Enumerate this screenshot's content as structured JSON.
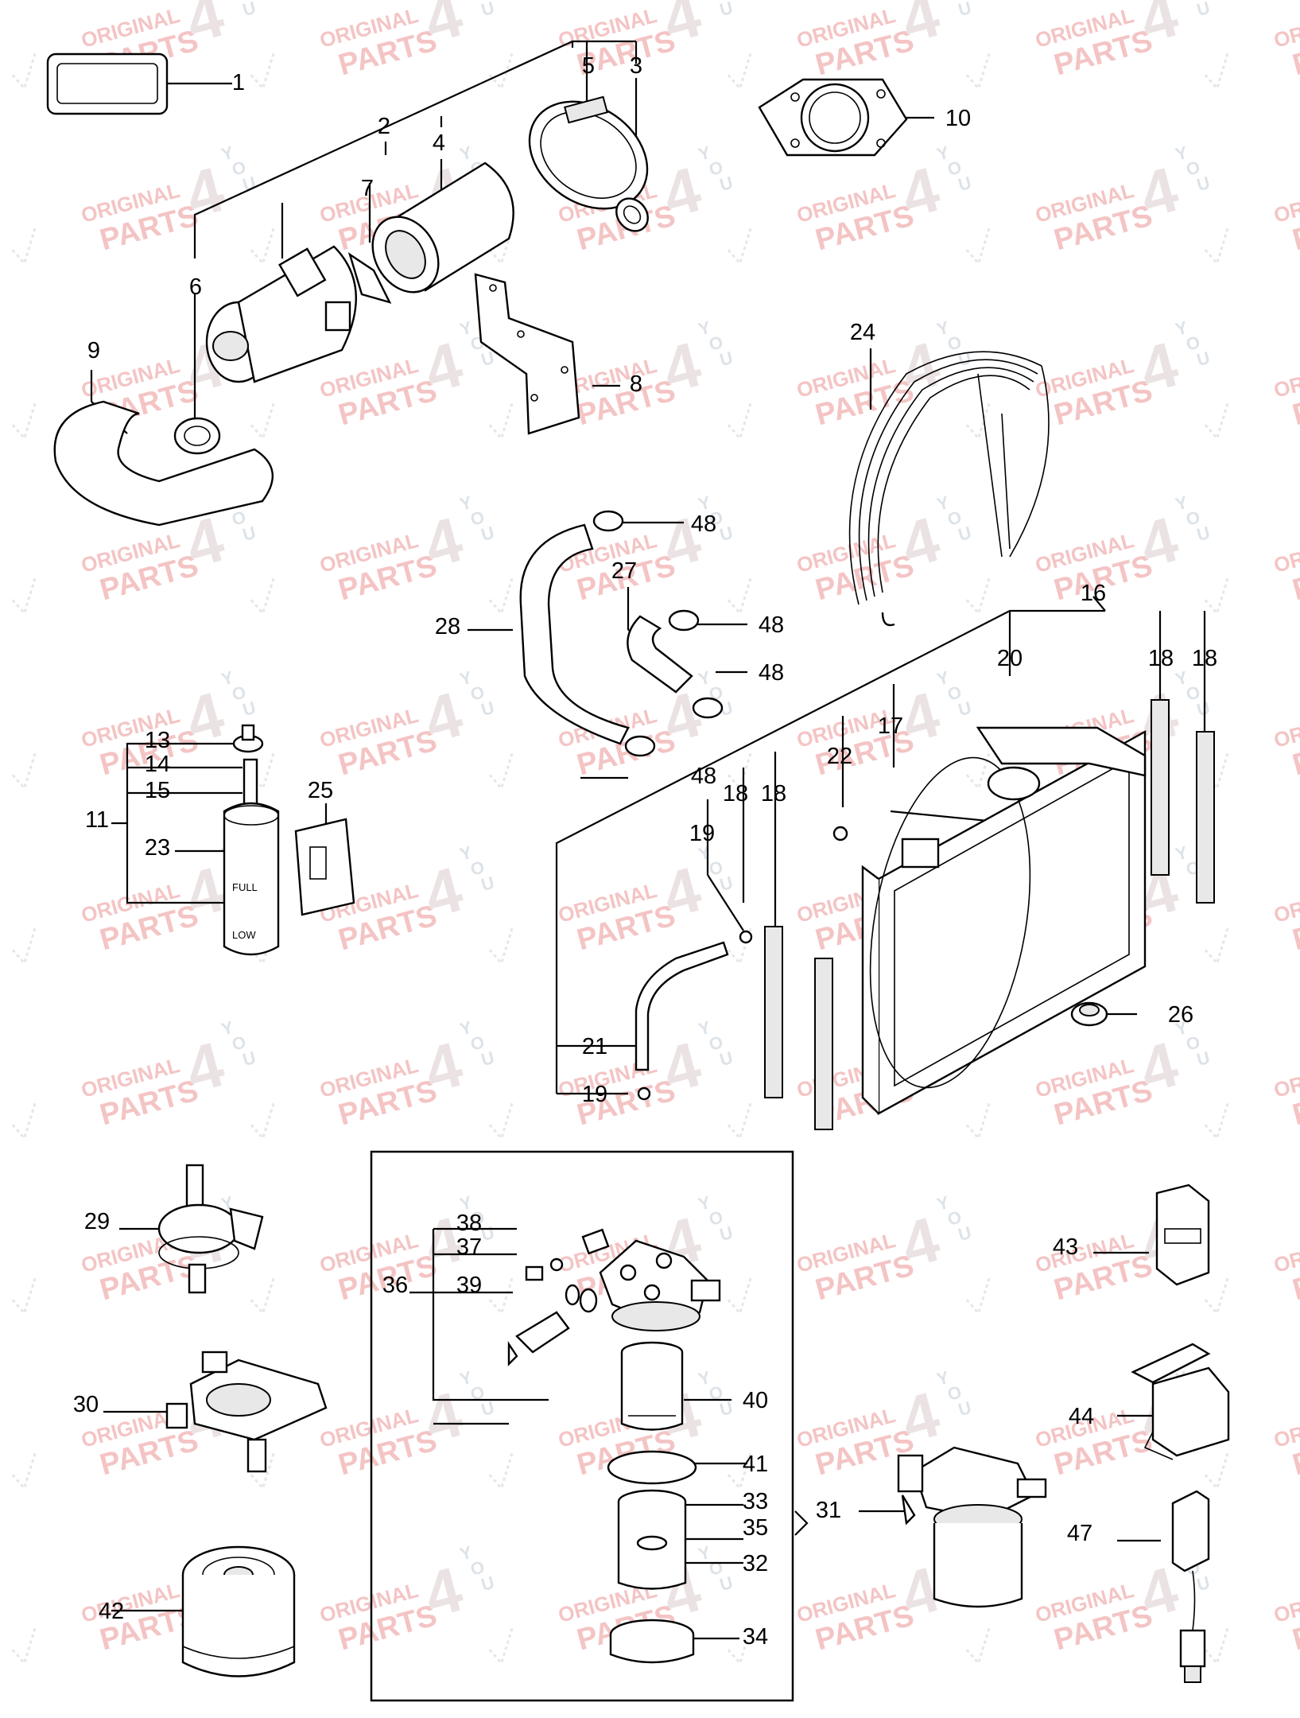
{
  "watermark": {
    "line1": "ORIGINAL",
    "line2": "PARTS",
    "digit": "4",
    "letters": [
      "Y",
      "O",
      "U"
    ]
  },
  "colors": {
    "watermark_red": "#f4c4c4",
    "watermark_grey": "#ebe3e3",
    "watermark_blue": "#dde3e8",
    "line": "#000000"
  },
  "part_texts": {
    "bottle_full": "FULL",
    "bottle_low": "LOW"
  },
  "callouts": [
    "1",
    "2",
    "3",
    "4",
    "5",
    "6",
    "7",
    "8",
    "9",
    "10",
    "24",
    "48",
    "27",
    "48",
    "48",
    "28",
    "48",
    "16",
    "20",
    "18",
    "18",
    "17",
    "22",
    "18",
    "18",
    "19",
    "13",
    "14",
    "15",
    "11",
    "23",
    "25",
    "26",
    "21",
    "19",
    "29",
    "38",
    "37",
    "36",
    "39",
    "43",
    "30",
    "40",
    "44",
    "41",
    "33",
    "31",
    "35",
    "32",
    "47",
    "42",
    "34"
  ]
}
